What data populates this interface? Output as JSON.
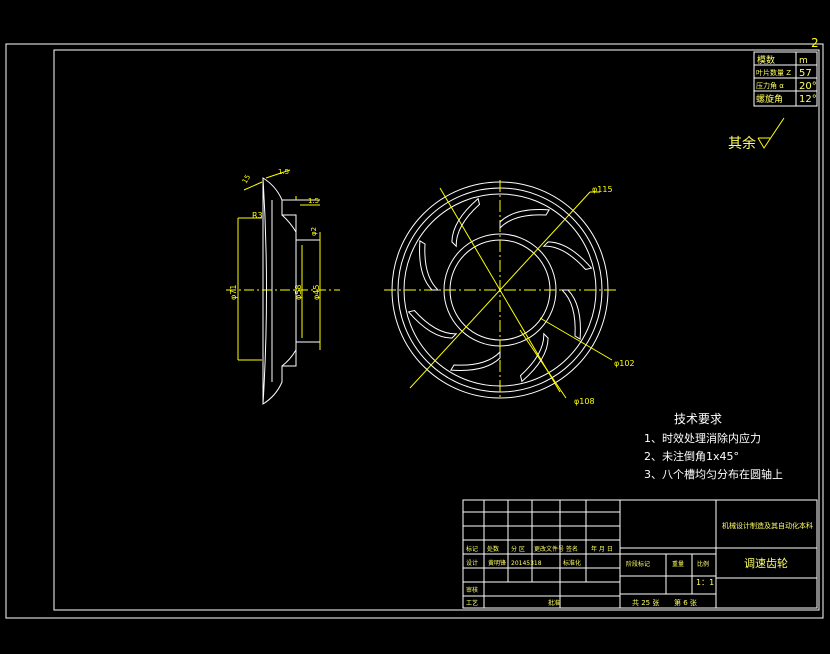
{
  "sheet_number": "2",
  "params": {
    "header_name": "模数",
    "header_value": "m",
    "rows": [
      {
        "label": "叶片数量 Z",
        "value": "57"
      },
      {
        "label": "压力角 α",
        "value": "20°"
      },
      {
        "label": "螺旋角",
        "value": "12°"
      }
    ]
  },
  "surface_note": "其余",
  "dims_side": {
    "d1": "1.5",
    "d2": "15",
    "d3": "1.5",
    "d4": "φ2",
    "d5": "R3",
    "d6": "φ71",
    "d7": "φ58",
    "d8": "φ45"
  },
  "dims_front": {
    "d_a": "φ115",
    "d_b": "φ102",
    "d_c": "φ108"
  },
  "tech_req": {
    "title": "技术要求",
    "items": [
      "1、时效处理消除内应力",
      "2、未注倒角1x45°",
      "3、八个槽均匀分布在圆轴上"
    ]
  },
  "title_block": {
    "project": "机械设计制造及其自动化本科",
    "part_name": "调速齿轮",
    "scale": "1：1",
    "sheets_total": "共 25 张",
    "sheet_index": "第 6 张",
    "labels": {
      "mark": "标记",
      "count": "处数",
      "zone": "分 区",
      "doc_no": "更改文件号",
      "sign": "签名",
      "date": "年 月 日",
      "design": "设计",
      "designer": "黄明锋",
      "student_no": "20145318",
      "standardize": "标准化",
      "stage_mark": "阶段标记",
      "weight": "重量",
      "ratio": "比例",
      "review": "审核",
      "process": "工艺",
      "approve": "批准"
    }
  }
}
